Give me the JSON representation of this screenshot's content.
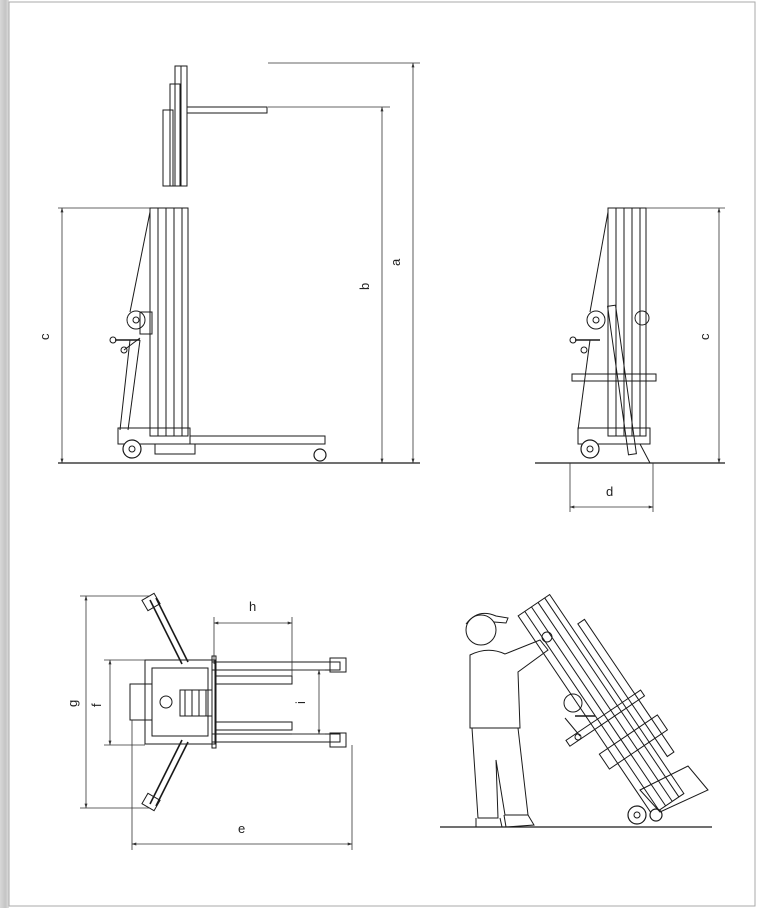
{
  "colors": {
    "line": "#1a1a1a",
    "frame_shading": "#c8c8c8",
    "background": "#ffffff"
  },
  "labels": {
    "a": "a",
    "b": "b",
    "c_left": "c",
    "c_right": "c",
    "d": "d",
    "e": "e",
    "f": "f",
    "g": "g",
    "h": "h",
    "i": "i"
  }
}
